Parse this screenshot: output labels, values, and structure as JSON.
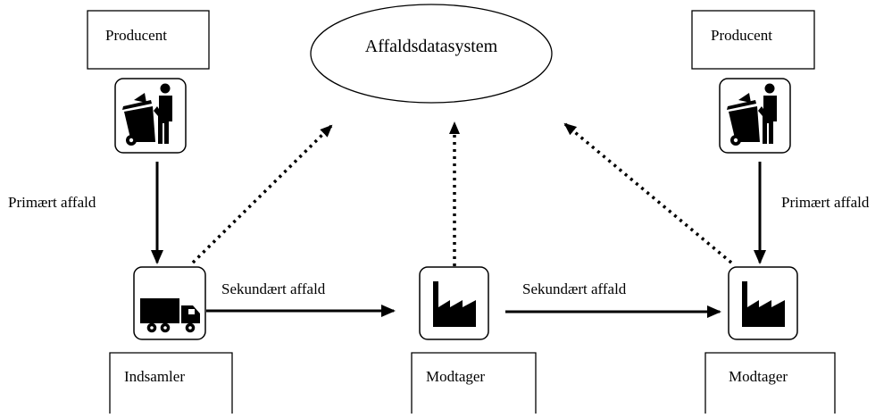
{
  "title": "Affaldsdatasystem",
  "nodes": {
    "producer_left": "Producent",
    "producer_right": "Producent",
    "collector": "Indsamler",
    "receiver_middle": "Modtager",
    "receiver_right": "Modtager"
  },
  "flows": {
    "primary_left": "Primært affald",
    "primary_right": "Primært affald",
    "secondary_left": "Sekundært affald",
    "secondary_right": "Sekundært affald"
  },
  "icons": {
    "producer": "person-with-bin-icon",
    "collector": "truck-icon",
    "receiver": "factory-icon"
  },
  "colors": {
    "line": "#000000",
    "background": "#ffffff"
  }
}
